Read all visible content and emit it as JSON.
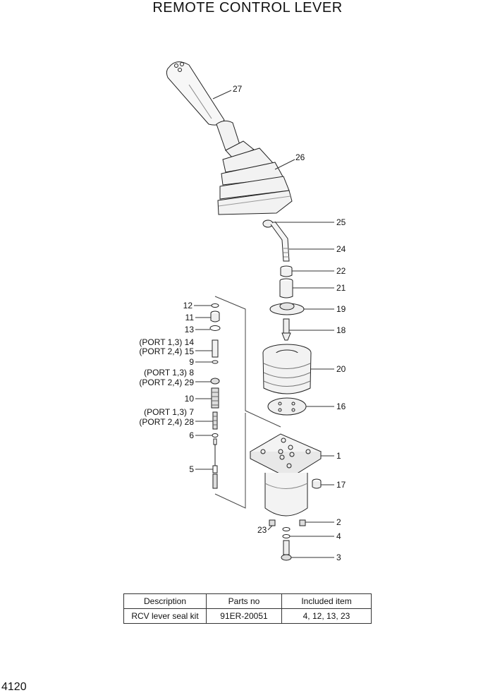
{
  "title": "REMOTE CONTROL LEVER",
  "page_number": "4120",
  "callouts": {
    "c1": "1",
    "c2": "2",
    "c3": "3",
    "c4": "4",
    "c5": "5",
    "c6": "6",
    "c7": "(PORT 1,3) 7",
    "c8": "(PORT 1,3) 8",
    "c9": "9",
    "c10": "10",
    "c11": "11",
    "c12": "12",
    "c13": "13",
    "c14": "(PORT 1,3) 14",
    "c15": "(PORT 2,4) 15",
    "c16": "16",
    "c17": "17",
    "c18": "18",
    "c19": "19",
    "c20": "20",
    "c21": "21",
    "c22": "22",
    "c23": "23",
    "c24": "24",
    "c25": "25",
    "c26": "26",
    "c27": "27",
    "c28": "(PORT 2,4) 28",
    "c29": "(PORT 2,4) 29"
  },
  "kit_table": {
    "headers": [
      "Description",
      "Parts no",
      "Included item"
    ],
    "rows": [
      [
        "RCV lever seal kit",
        "91ER-20051",
        "4, 12, 13, 23"
      ]
    ]
  }
}
